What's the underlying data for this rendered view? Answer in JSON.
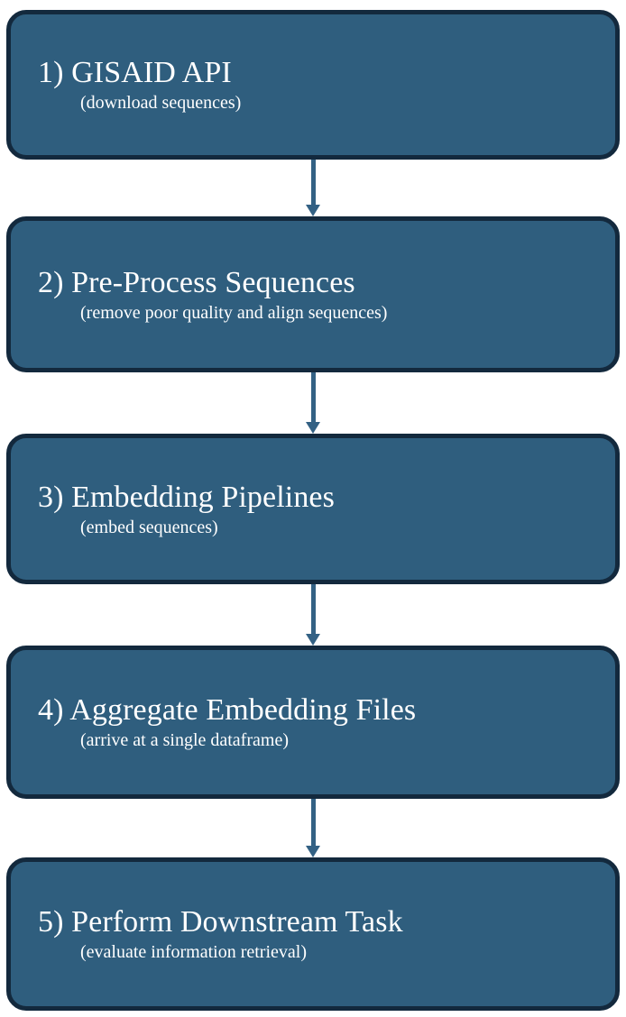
{
  "diagram": {
    "type": "flowchart",
    "orientation": "vertical",
    "colors": {
      "node_fill": "#2F5E7E",
      "node_border": "#13293D",
      "node_text": "#FFFFFF",
      "arrow": "#336184",
      "background": "#FFFFFF"
    },
    "nodes": [
      {
        "id": "step-1",
        "title": "1) GISAID API",
        "subtitle": "(download sequences)"
      },
      {
        "id": "step-2",
        "title": "2) Pre-Process Sequences",
        "subtitle": "(remove poor quality and align sequences)"
      },
      {
        "id": "step-3",
        "title": "3) Embedding Pipelines",
        "subtitle": "(embed sequences)"
      },
      {
        "id": "step-4",
        "title": "4) Aggregate Embedding Files",
        "subtitle": "(arrive at a single dataframe)"
      },
      {
        "id": "step-5",
        "title": "5) Perform Downstream Task",
        "subtitle": "(evaluate information retrieval)"
      }
    ],
    "edges": [
      {
        "id": "edge-1-2",
        "from": "step-1",
        "to": "step-2",
        "label": ""
      },
      {
        "id": "edge-2-3",
        "from": "step-2",
        "to": "step-3",
        "label": ""
      },
      {
        "id": "edge-3-4",
        "from": "step-3",
        "to": "step-4",
        "label": ""
      },
      {
        "id": "edge-4-5",
        "from": "step-4",
        "to": "step-5",
        "label": ""
      }
    ]
  }
}
